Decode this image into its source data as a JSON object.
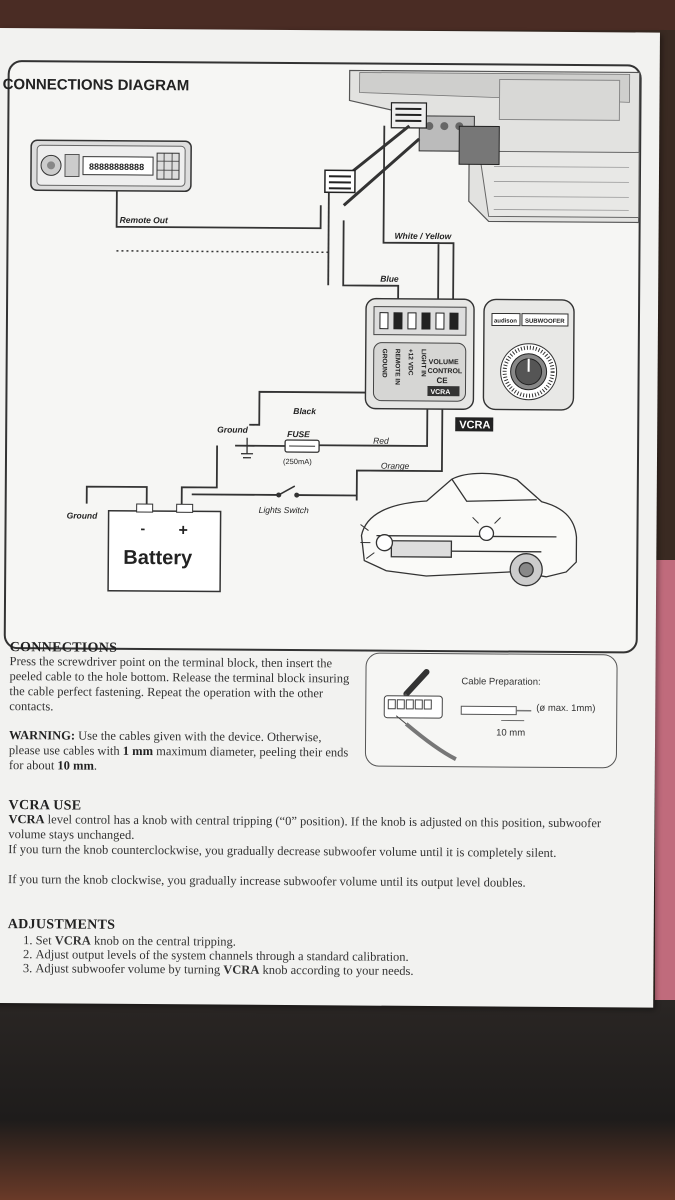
{
  "diagram": {
    "title": "CONNECTIONS DIAGRAM",
    "labels": {
      "remote_out": "Remote Out",
      "white_yellow": "White / Yellow",
      "blue": "Blue",
      "black": "Black",
      "ground_1": "Ground",
      "fuse": "FUSE",
      "fuse_rating": "(250mA)",
      "red": "Red",
      "orange": "Orange",
      "ground_2": "Ground",
      "lights_switch": "Lights Switch",
      "battery": "Battery",
      "battery_minus": "-",
      "battery_plus": "+",
      "radio_display": "88888888888",
      "vcra_badge": "VCRA",
      "module_volume": "VOLUME",
      "module_control": "CONTROL",
      "module_ce": "CE",
      "module_vcra": "VCRA",
      "terminal_ground": "GROUND",
      "terminal_remote_in": "REMOTE IN",
      "terminal_12vdc": "+12 VDC",
      "terminal_light_in": "LIGHT IN",
      "knob_brand": "audison",
      "knob_label": "SUBWOOFER"
    }
  },
  "connections": {
    "title": "CONNECTIONS",
    "body": "Press the screwdriver point on the terminal block, then insert the peeled cable to the hole bottom. Release the terminal block insuring the cable perfect fastening. Repeat the operation with the other contacts.",
    "warning_label": "WARNING:",
    "warning_text_1": "Use the cables given with the device. Otherwise, please use cables with",
    "warning_bold_1": "1 mm",
    "warning_text_2": "maximum diameter, peeling their ends for about",
    "warning_bold_2": "10 mm",
    "warning_end": "."
  },
  "cable_prep": {
    "title": "Cable Preparation:",
    "max": "(ø max. 1mm)",
    "length": "10 mm"
  },
  "vcra_use": {
    "title": "VCRA USE",
    "p1_bold": "VCRA",
    "p1": "level control has a knob with central tripping (“0” position). If the knob is adjusted on this position, subwoofer volume stays unchanged.",
    "p2": "If you turn the knob counterclockwise, you gradually decrease subwoofer volume until it is completely silent.",
    "p3": "If you turn the knob clockwise, you gradually increase subwoofer volume until its output level doubles."
  },
  "adjustments": {
    "title": "ADJUSTMENTS",
    "item1_a": "Set",
    "item1_b": "VCRA",
    "item1_c": "knob on the central tripping.",
    "item2": "Adjust output levels of the system channels through a standard calibration.",
    "item3_a": "Adjust subwoofer volume by turning",
    "item3_b": "VCRA",
    "item3_c": "knob according to your needs."
  }
}
